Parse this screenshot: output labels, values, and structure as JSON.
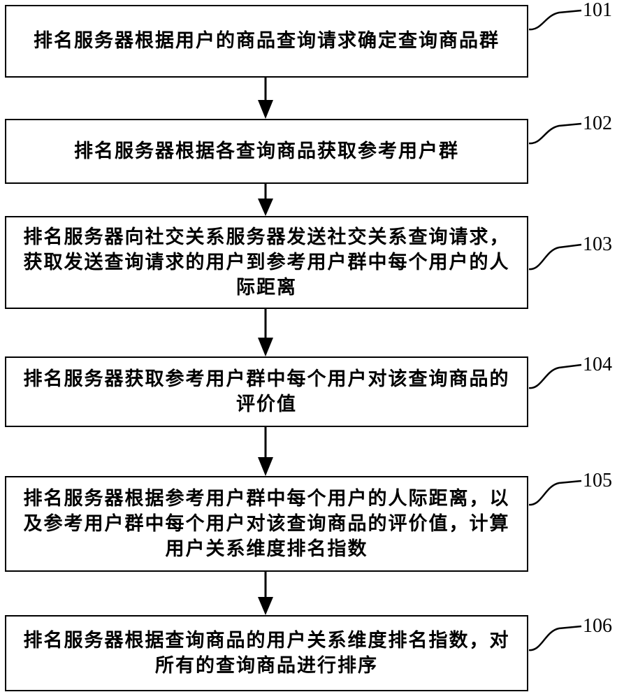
{
  "steps": [
    {
      "id": "101",
      "text": "排名服务器根据用户的商品查询请求确定查询商品群"
    },
    {
      "id": "102",
      "text": "排名服务器根据各查询商品获取参考用户群"
    },
    {
      "id": "103",
      "text": "排名服务器向社交关系服务器发送社交关系查询请求，获取发送查询请求的用户到参考用户群中每个用户的人际距离"
    },
    {
      "id": "104",
      "text": "排名服务器获取参考用户群中每个用户对该查询商品的评价值"
    },
    {
      "id": "105",
      "text": "排名服务器根据参考用户群中每个用户的人际距离，以及参考用户群中每个用户对该查询商品的评价值，计算用户关系维度排名指数"
    },
    {
      "id": "106",
      "text": "排名服务器根据查询商品的用户关系维度排名指数，对所有的查询商品进行排序"
    }
  ]
}
